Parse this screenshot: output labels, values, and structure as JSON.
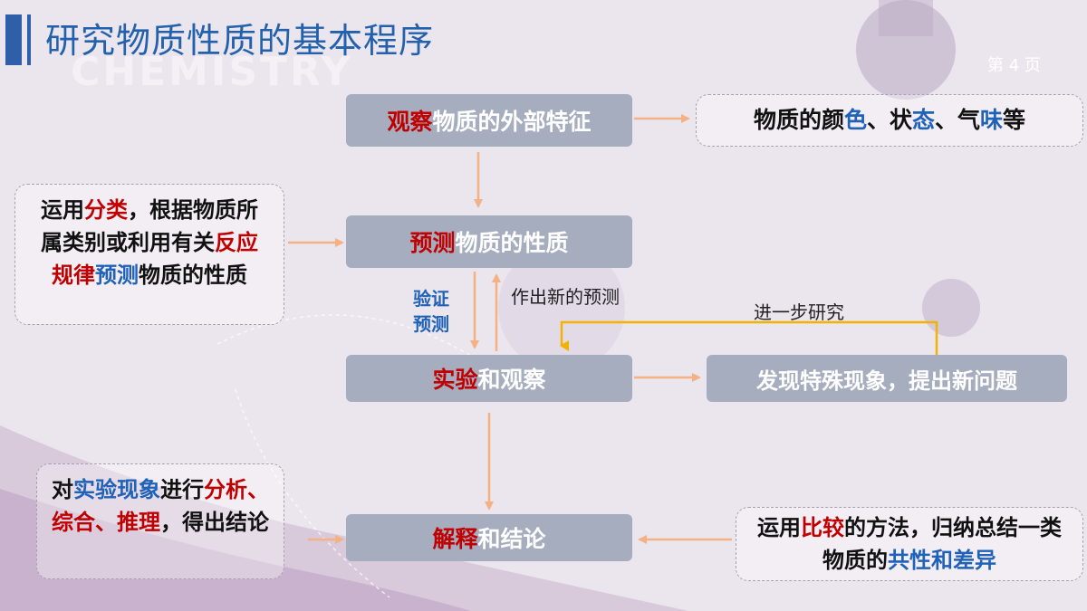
{
  "header": {
    "title": "研究物质性质的基本程序",
    "watermark": "CHEMISTRY",
    "page": "第 4 页"
  },
  "steps": {
    "observe": {
      "hl": "观察",
      "rest": "物质的外部特征"
    },
    "predict": {
      "hl": "预测",
      "rest": "物质的性质"
    },
    "experiment": {
      "hl": "实验",
      "rest": "和观察"
    },
    "explain": {
      "hl": "解释",
      "rest": "和结论"
    }
  },
  "side": {
    "features": {
      "p1": "物质的颜",
      "b1": "色",
      "p2": "、状",
      "b2": "态",
      "p3": "、气",
      "b3": "味",
      "p4": "等"
    },
    "classify": {
      "p1": "运用",
      "r1": "分类",
      "p2": "，根据物质所属类别或利用有关",
      "r2": "反应规律",
      "b1": "预测",
      "p3": "物质的性质"
    },
    "phenomenon": "发现特殊现象，提出新问题",
    "analyze": {
      "p1": "对",
      "b1": "实验现象",
      "p2": "进行",
      "r1": "分析、综合、推理",
      "p3": "，得出结论"
    },
    "compare": {
      "p1": "运用",
      "r1": "比较",
      "p2": "的方法，归纳总结一类物质的",
      "b1": "共性和差异"
    }
  },
  "labels": {
    "verify_line1": "验证",
    "verify_line2": "预测",
    "new_prediction": "作出新的预测",
    "further": "进一步研究"
  },
  "colors": {
    "highlight_red": "#c00000",
    "highlight_blue": "#1f62b8",
    "step_box": "#a6adbf",
    "arrow": "#f4b183",
    "loop_arrow": "#f0b400"
  }
}
